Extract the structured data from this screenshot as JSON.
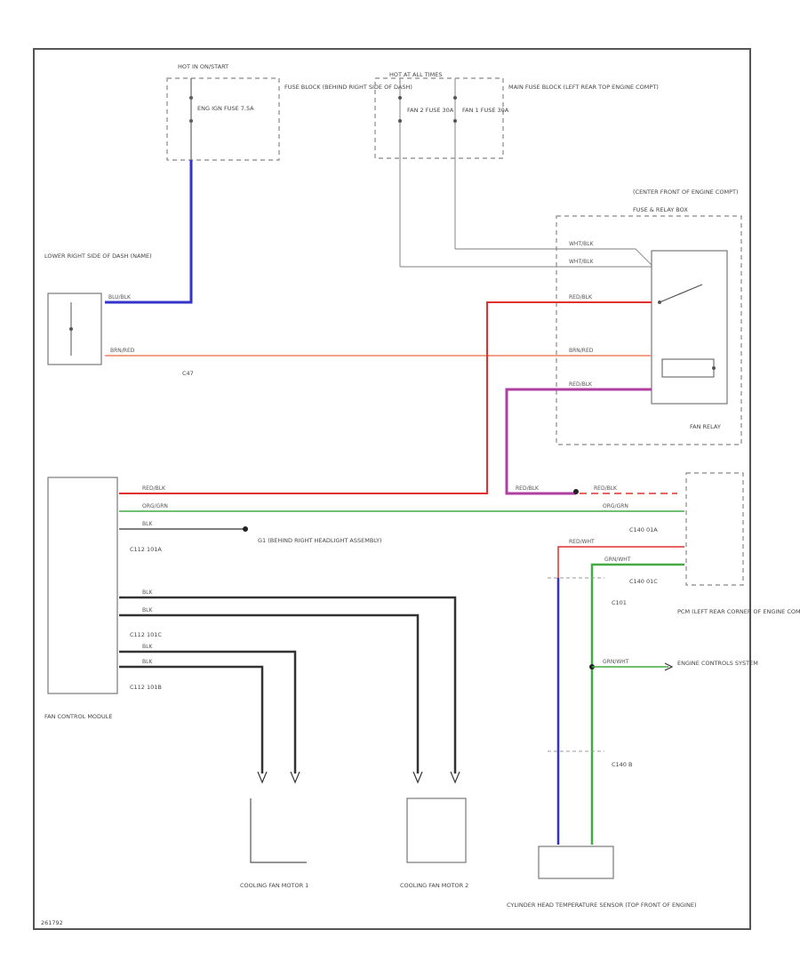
{
  "components": {
    "hot_in_start_run": "HOT IN ON/START",
    "fuse_block_label": "FUSE BLOCK (BEHIND RIGHT SIDE OF DASH)",
    "fuse_top_small": "ENG IGN FUSE 7.5A",
    "hot_at_all_times": "HOT AT ALL TIMES",
    "fan2_fuse": "FAN 2 FUSE 30A",
    "fan1_fuse": "FAN 1 FUSE 30A",
    "main_fuse_block": "MAIN FUSE BLOCK (LEFT REAR TOP ENGINE COMPT)",
    "center_front_engine": "(CENTER FRONT OF ENGINE COMPT)",
    "fuse_relay_box": "FUSE & RELAY BOX",
    "lower_right_dash": "LOWER RIGHT SIDE OF DASH (NAME)",
    "fan_relay": "FAN RELAY",
    "c47": "C47",
    "fan_control_module": "FAN CONTROL MODULE",
    "ground_g": "G1 (BEHIND RIGHT HEADLIGHT ASSEMBLY)",
    "pcm": "PCM (LEFT REAR CORNER OF ENGINE COMPT)",
    "engine_control_system": "ENGINE CONTROLS SYSTEM",
    "cooling_fan_motor_1": "COOLING FAN MOTOR 1",
    "cooling_fan_motor_2": "COOLING FAN MOTOR 2",
    "cht_sensor": "CYLINDER HEAD TEMPERATURE SENSOR (TOP FRONT OF ENGINE)",
    "diagram_id": "261792"
  },
  "wires": {
    "blu_blk": "BLU/BLK",
    "brn_red": "BRN/RED",
    "wht_blk": "WHT/BLK",
    "red_blk": "RED/BLK",
    "org_grn": "ORG/GRN",
    "blk": "BLK",
    "red_wht": "RED/WHT",
    "grn_wht": "GRN/WHT"
  },
  "connectors": {
    "c112_101a": "C112 101A",
    "c112_101c": "C112 101C",
    "c112_101b": "C112 101B",
    "c140_01a": "C140 01A",
    "c140_01c": "C140 01C",
    "c101_b": "C101",
    "c140_b": "C140 B"
  },
  "colors": {
    "blue_wire": "#3333cc",
    "red_wire": "#e03030",
    "orange_wire": "#f08060",
    "magenta_wire": "#b040a0",
    "green_wire": "#44aa44",
    "dark_wire": "#333333",
    "gray_wire": "#999999"
  }
}
